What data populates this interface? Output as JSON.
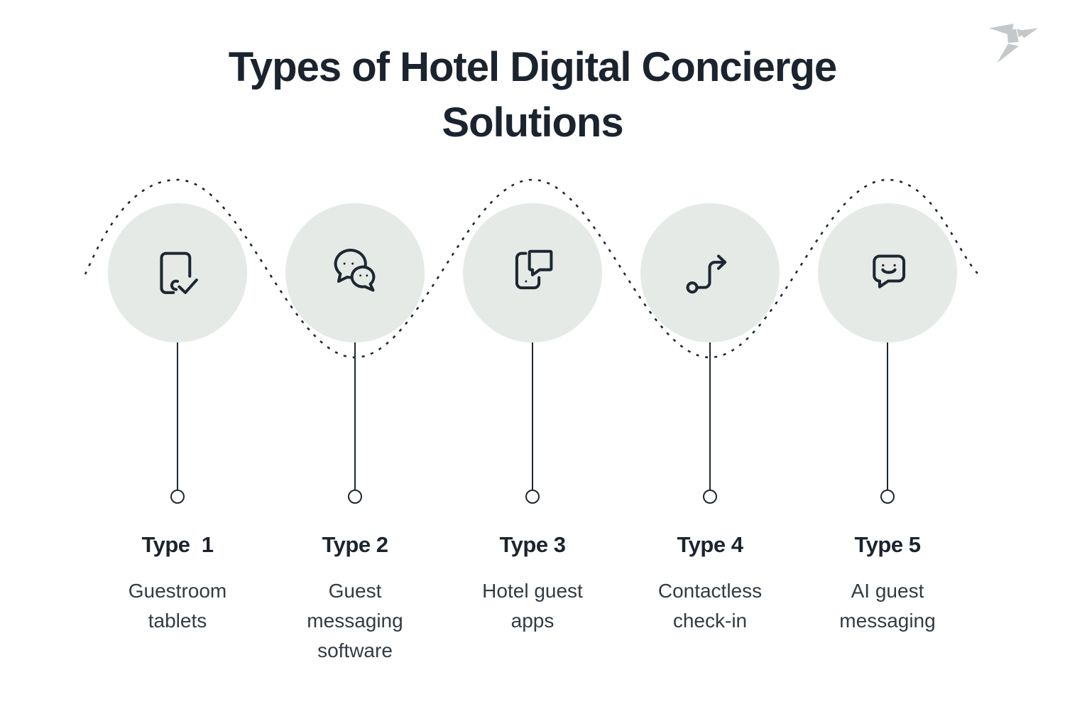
{
  "page": {
    "title": "Types of Hotel Digital Concierge Solutions",
    "title_line1": "Types of Hotel Digital Concierge",
    "title_line2": "Solutions"
  },
  "logo": {
    "name": "origami-bird-logo",
    "color": "#c4c8ca"
  },
  "colors": {
    "ink": "#1d2730",
    "title_text": "#1b242e",
    "description_text": "#323b43",
    "circle_background": "#e5eae7",
    "page_background": "#ffffff"
  },
  "types": [
    {
      "label": "Type  1",
      "description": "Guestroom tablets",
      "icon": "tablet-check-icon"
    },
    {
      "label": "Type 2",
      "description": "Guest messaging software",
      "icon": "chat-bubbles-icon"
    },
    {
      "label": "Type 3",
      "description": "Hotel guest apps",
      "icon": "phone-chat-icon"
    },
    {
      "label": "Type 4",
      "description": "Contactless check-in",
      "icon": "route-arrow-icon"
    },
    {
      "label": "Type 5",
      "description": "AI guest messaging",
      "icon": "smiley-chat-icon"
    }
  ]
}
